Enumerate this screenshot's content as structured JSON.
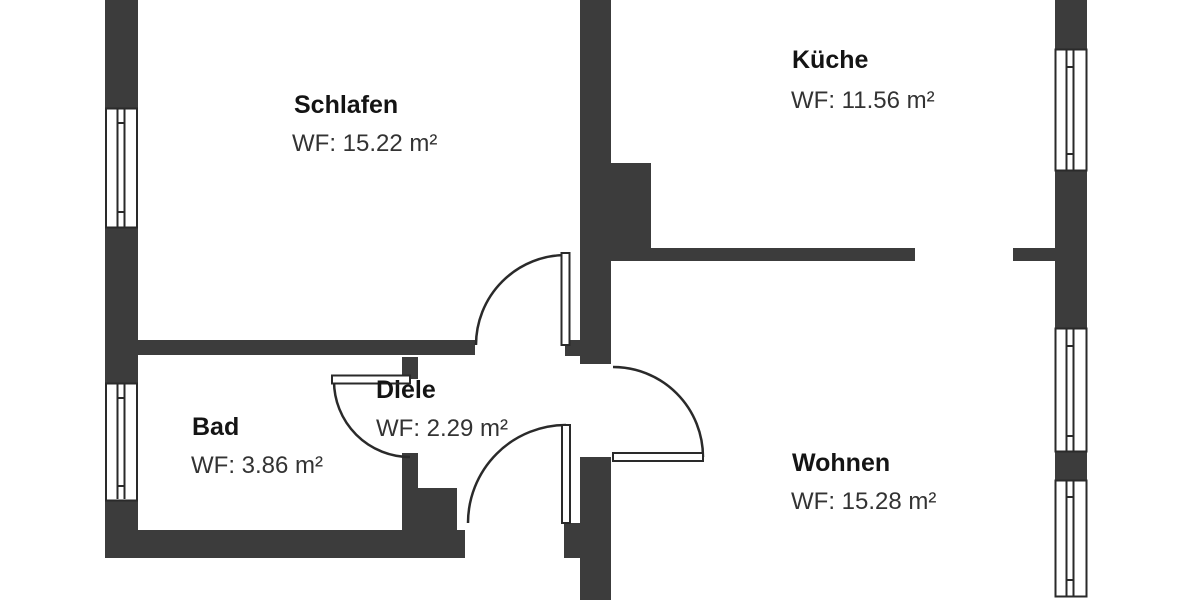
{
  "floorplan": {
    "rooms": [
      {
        "id": "schlafen",
        "name": "Schlafen",
        "area_label": "WF: 15.22 m²"
      },
      {
        "id": "kueche",
        "name": "Küche",
        "area_label": "WF: 11.56 m²"
      },
      {
        "id": "bad",
        "name": "Bad",
        "area_label": "WF: 3.86 m²"
      },
      {
        "id": "diele",
        "name": "Diele",
        "area_label": "WF: 2.29 m²"
      },
      {
        "id": "wohnen",
        "name": "Wohnen",
        "area_label": "WF: 15.28 m²"
      }
    ],
    "symbols": {
      "window_count": 5,
      "door_count": 4
    },
    "colors": {
      "wall": "#3c3c3c",
      "line": "#2a2a2a",
      "room_name_text": "#141414",
      "area_text": "#333333",
      "background": "#ffffff"
    }
  }
}
